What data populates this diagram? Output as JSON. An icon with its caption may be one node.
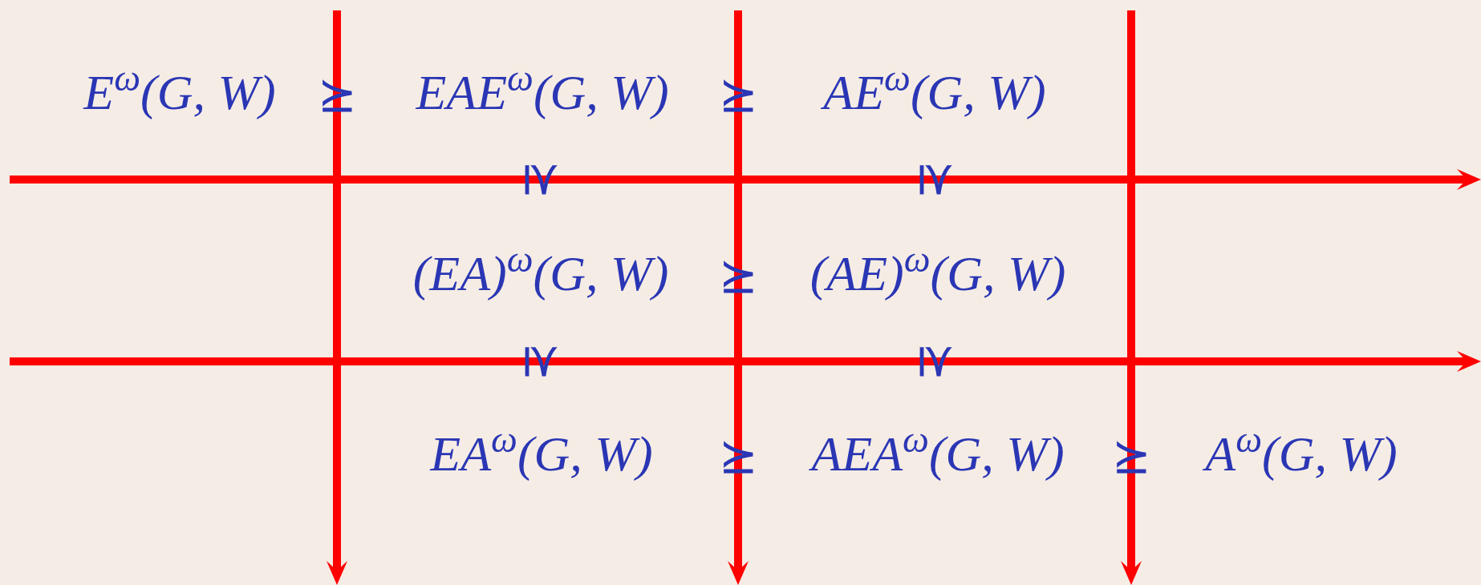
{
  "diagram": {
    "labels": [
      "E$^{ω}$(G, W)",
      "⪰",
      "EAE$^{ω}$(G, W)",
      "⪰",
      "AE$^{ω}$(G, W)",
      "⪰",
      "⪰",
      "(EA)$^{ω}$(G, W)",
      "⪰",
      "(AE)$^{ω}$(G, W)",
      "⪰",
      "⪰",
      "EA$^{ω}$(G, W)",
      "⪰",
      "AEA$^{ω}$(G, W)",
      "⪰",
      "A$^{ω}$(G, W)"
    ]
  }
}
